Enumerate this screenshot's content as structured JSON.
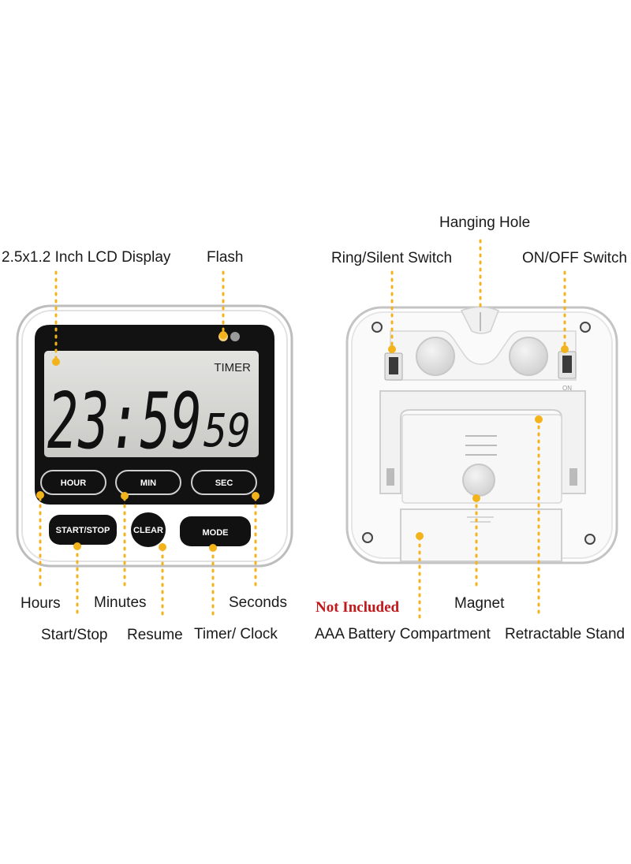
{
  "front": {
    "lcd": {
      "mode_label": "TIMER",
      "main_digits": "23:59",
      "small_digits": "59"
    },
    "buttons": {
      "hour": "HOUR",
      "min": "MIN",
      "sec": "SEC",
      "start_stop": "START/STOP",
      "clear": "CLEAR",
      "mode": "MODE"
    },
    "labels": {
      "lcd_display": "2.5x1.2 Inch LCD Display",
      "flash": "Flash",
      "hours": "Hours",
      "minutes": "Minutes",
      "seconds": "Seconds",
      "start_stop": "Start/Stop",
      "resume": "Resume",
      "timer_clock": "Timer/ Clock"
    }
  },
  "back": {
    "labels": {
      "hanging_hole": "Hanging Hole",
      "ring_silent": "Ring/Silent Switch",
      "on_off": "ON/OFF Switch",
      "not_included": "Not Included",
      "magnet": "Magnet",
      "battery": "AAA Battery Compartment",
      "stand": "Retractable Stand"
    },
    "switch_on_label": "ON"
  },
  "colors": {
    "callout": "#f2b31b",
    "device_body": "#ffffff",
    "device_face": "#121212",
    "lcd": "#d9d9d6",
    "not_included": "#c0171b"
  }
}
